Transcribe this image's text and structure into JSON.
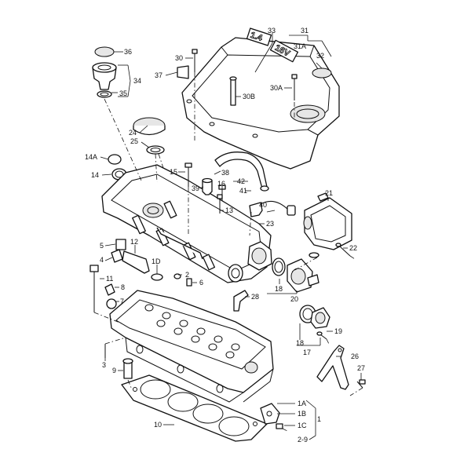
{
  "diagram": {
    "cover_text": [
      "1.4",
      "16V"
    ],
    "labels": {
      "p36": "36",
      "p34": "34",
      "p35": "35",
      "p37": "37",
      "p30": "30",
      "p33": "33",
      "p31": "31",
      "p31A": "31A",
      "p32": "32",
      "p30A": "30A",
      "p30B": "30B",
      "p24": "24",
      "p25": "25",
      "p14A": "14A",
      "p14": "14",
      "p15": "15",
      "p38": "38",
      "p39": "39",
      "p16": "16",
      "p42": "42",
      "p41": "41",
      "p13": "13",
      "p21": "21",
      "p40": "40",
      "p23": "23",
      "p5": "5",
      "p12": "12",
      "p4": "4",
      "p1D": "1D",
      "p22": "22",
      "p2": "2",
      "p11": "11",
      "p6": "6",
      "p8": "8",
      "p18a": "18",
      "p20": "20",
      "p7": "7",
      "p28": "28",
      "p19": "19",
      "p18b": "18",
      "p17": "17",
      "p26": "26",
      "p3": "3",
      "p9": "9",
      "p27": "27",
      "p1A": "1A",
      "p1B": "1B",
      "p10": "10",
      "p1C": "1C",
      "p1": "1",
      "p2_9": "2-9"
    }
  }
}
